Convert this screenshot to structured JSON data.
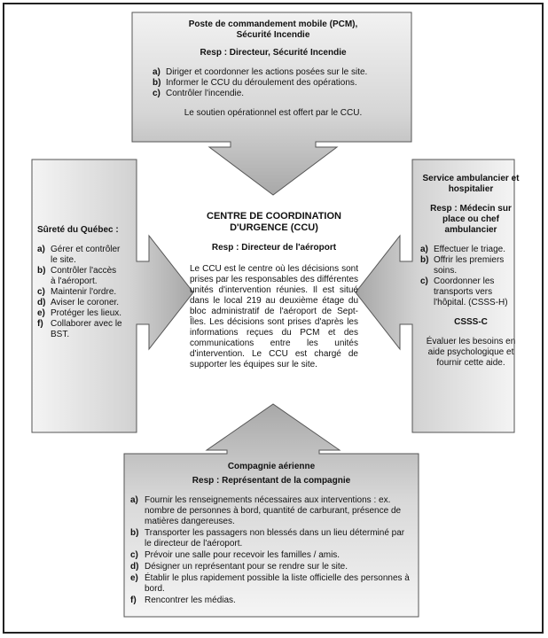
{
  "top": {
    "title_line1": "Poste de commandement mobile (PCM),",
    "title_line2": "Sécurité Incendie",
    "resp": "Resp : Directeur, Sécurité Incendie",
    "items": [
      {
        "key": "a)",
        "text": "Diriger et coordonner les actions posées sur le site."
      },
      {
        "key": "b)",
        "text": "Informer le CCU du déroulement des opérations."
      },
      {
        "key": "c)",
        "text": "Contrôler l'incendie."
      }
    ],
    "note": "Le soutien opérationnel est offert par le CCU."
  },
  "left": {
    "title": "Sûreté du Québec :",
    "items": [
      {
        "key": "a)",
        "text": "Gérer et contrôler le site."
      },
      {
        "key": "b)",
        "text": "Contrôler l'accès à l'aéroport."
      },
      {
        "key": "c)",
        "text": "Maintenir l'ordre."
      },
      {
        "key": "d)",
        "text": "Aviser le coroner."
      },
      {
        "key": "e)",
        "text": "Protéger les lieux."
      },
      {
        "key": "f)",
        "text": "Collaborer avec le BST."
      }
    ]
  },
  "right": {
    "title": "Service ambulancier et hospitalier",
    "resp": "Resp : Médecin sur place ou chef ambulancier",
    "items": [
      {
        "key": "a)",
        "text": "Effectuer le triage."
      },
      {
        "key": "b)",
        "text": "Offrir les premiers soins."
      },
      {
        "key": "c)",
        "text": "Coordonner les transports vers l'hôpital. (CSSS-H)"
      }
    ],
    "subtitle": "CSSS-C",
    "sub_text": "Évaluer les besoins en aide psychologique et fournir cette aide."
  },
  "center": {
    "title_line1": "CENTRE DE COORDINATION",
    "title_line2": "D'URGENCE (CCU)",
    "resp": "Resp : Directeur de l'aéroport",
    "description": "Le CCU est le centre où les décisions sont prises par les responsables des différentes unités d'intervention réunies. Il est situé dans le local 219 au deuxième étage du bloc administratif de l'aéroport de Sept-Îles. Les décisions sont prises d'après les informations reçues du PCM et des communications entre les unités d'intervention. Le CCU est chargé de supporter les équipes sur le site."
  },
  "bottom": {
    "title": "Compagnie aérienne",
    "resp": "Resp : Représentant de la compagnie",
    "items": [
      {
        "key": "a)",
        "text": "Fournir les renseignements nécessaires aux interventions : ex. nombre de personnes à bord, quantité de carburant, présence de matières dangereuses."
      },
      {
        "key": "b)",
        "text": "Transporter les passagers non blessés dans un lieu déterminé par le directeur de l'aéroport."
      },
      {
        "key": "c)",
        "text": "Prévoir une salle pour recevoir les familles / amis."
      },
      {
        "key": "d)",
        "text": "Désigner un représentant pour se rendre sur le site."
      },
      {
        "key": "e)",
        "text": "Établir le plus rapidement possible la liste officielle des personnes à bord."
      },
      {
        "key": "f)",
        "text": "Rencontrer les médias."
      }
    ]
  },
  "colors": {
    "arrow_fill": "#bdbdbd",
    "arrow_stroke": "#555555",
    "frame": "#222222"
  }
}
